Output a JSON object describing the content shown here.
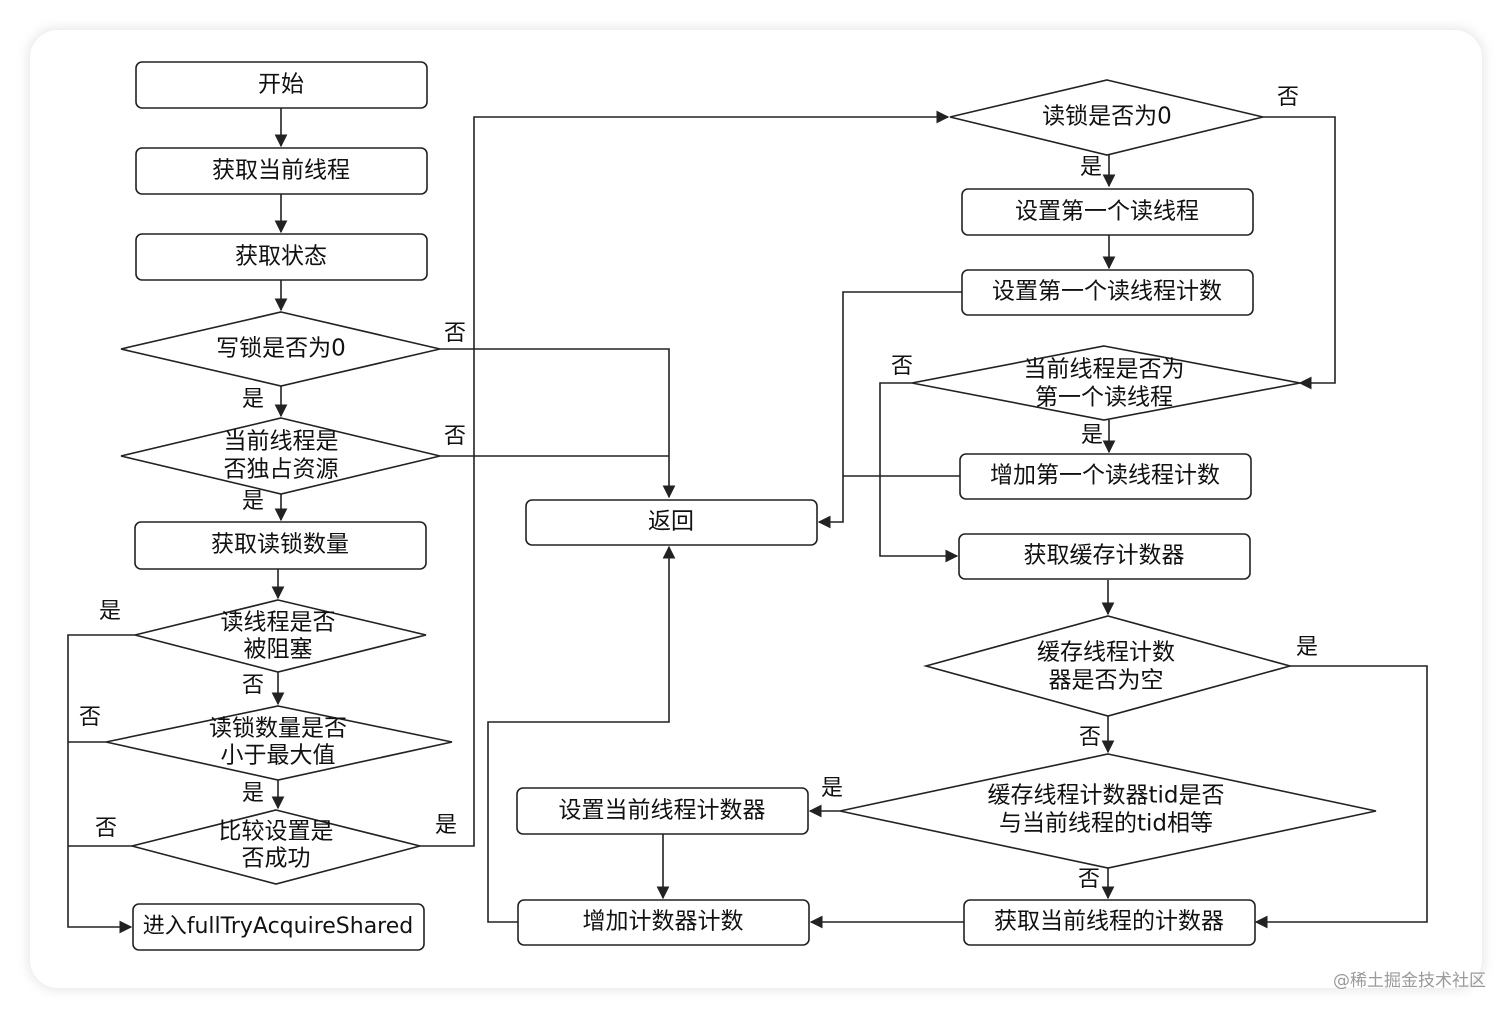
{
  "nodes": {
    "start": "开始",
    "get_thread": "获取当前线程",
    "get_state": "获取状态",
    "write_lock_zero": "写锁是否为0",
    "exclusive_1": "当前线程是",
    "exclusive_2": "否独占资源",
    "get_read_count": "获取读锁数量",
    "blocked_1": "读线程是否",
    "blocked_2": "被阻塞",
    "less_max_1": "读锁数量是否",
    "less_max_2": "小于最大值",
    "cas_1": "比较设置是",
    "cas_2": "否成功",
    "full_try": "进入fullTryAcquireShared",
    "return": "返回",
    "read_lock_zero": "读锁是否为0",
    "set_first_reader": "设置第一个读线程",
    "set_first_count": "设置第一个读线程计数",
    "is_first_1": "当前线程是否为",
    "is_first_2": "第一个读线程",
    "inc_first_count": "增加第一个读线程计数",
    "get_cache": "获取缓存计数器",
    "cache_null_1": "缓存线程计数",
    "cache_null_2": "器是否为空",
    "tid_eq_1": "缓存线程计数器tid是否",
    "tid_eq_2": "与当前线程的tid相等",
    "set_current_counter": "设置当前线程计数器",
    "inc_counter": "增加计数器计数",
    "get_current_counter": "获取当前线程的计数器"
  },
  "labels": {
    "yes": "是",
    "no": "否"
  },
  "watermark": "@稀土掘金技术社区"
}
